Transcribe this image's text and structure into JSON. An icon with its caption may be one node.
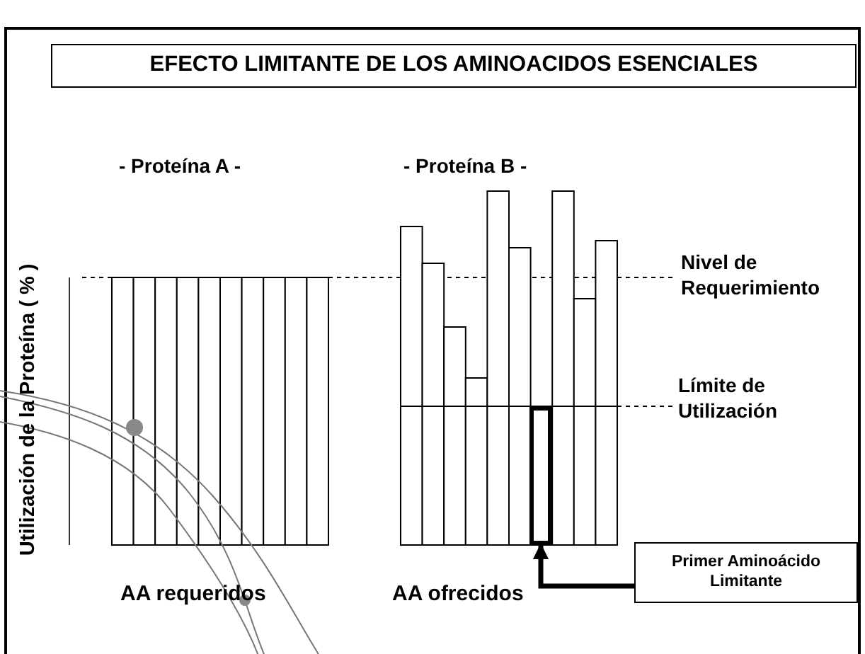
{
  "diagram": {
    "title": "EFECTO LIMITANTE DE LOS AMINOACIDOS ESENCIALES",
    "nodes": [
      {
        "text": [],
        "shape": "bar"
      },
      {
        "text": [
          "Primer Aminoácido Limitante"
        ]
      }
    ],
    "edges": [
      {
        "from": 1,
        "to": 0,
        "arrow": "to"
      }
    ],
    "labels": [
      "- Proteína A -",
      "- Proteína B -",
      "Utilización de la Proteína ( % )",
      "Nivel de Requerimiento",
      "Límite de Utilización",
      "AA requeridos",
      "AA ofrecidos"
    ]
  }
}
